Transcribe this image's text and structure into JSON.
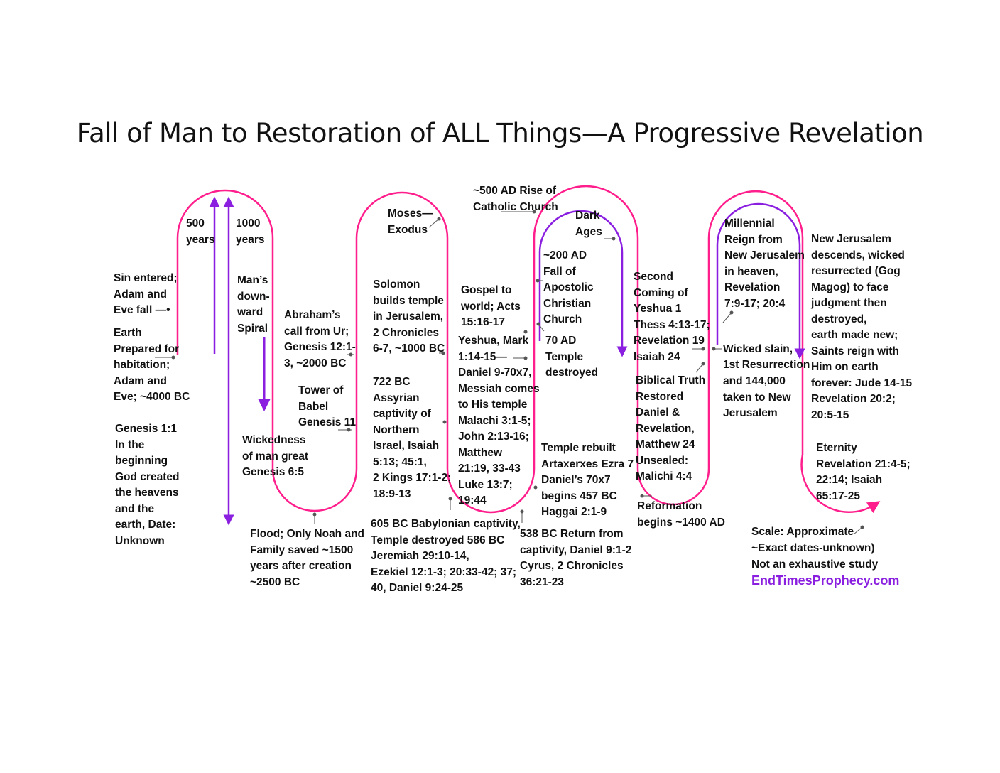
{
  "title": "Fall of Man to Restoration of ALL Things—A Progressive Revelation",
  "colors": {
    "path": "#ff1e8c",
    "highlight": "#8a1fe0",
    "pointer": "#555555",
    "site_link": "#8a1fe0"
  },
  "labels": {
    "years_500": "500\nyears",
    "years_1000": "1000\nyears",
    "sin_entered": "Sin entered;\nAdam and\nEve fall —•",
    "earth_prepared": "Earth\nPrepared for\nhabitation;\nAdam and\nEve; ~4000 BC",
    "genesis_1_1": "Genesis 1:1\nIn the\nbeginning\nGod created\nthe heavens\nand the\nearth, Date:\nUnknown",
    "downward_spiral": "Man’s\ndown-\nward\nSpiral",
    "wickedness": "Wickedness\nof man great\nGenesis 6:5",
    "flood": "Flood; Only Noah and\nFamily saved ~1500\nyears after creation\n~2500 BC",
    "abraham": "Abraham’s\ncall from Ur;\nGenesis 12:1-\n3, ~2000 BC",
    "babel": "Tower of\nBabel\nGenesis 11",
    "moses": "Moses—\nExodus",
    "solomon": "Solomon\nbuilds temple\nin Jerusalem,\n2 Chronicles\n6-7, ~1000 BC",
    "assyrian": "722 BC\nAssyrian\ncaptivity of\nNorthern\nIsrael, Isaiah\n5:13; 45:1,\n2 Kings 17:1-2;\n18:9-13",
    "babylonian": "605 BC Babylonian captivity,\nTemple destroyed 586 BC\nJeremiah 29:10-14,\nEzekiel 12:1-3; 20:33-42; 37;\n40, Daniel 9:24-25",
    "gospel": "Gospel to\nworld; Acts\n15:16-17",
    "yeshua_messiah": "Yeshua, Mark\n1:14-15—\nDaniel 9-70x7,\nMessiah comes\nto His temple\nMalachi 3:1-5;\nJohn 2:13-16;\nMatthew\n21:19, 33-43\nLuke 13:7;\n19:44",
    "catholic": "~500 AD Rise of\nCatholic Church",
    "dark_ages": "Dark\nAges",
    "apostolic": "~200 AD\nFall of\nApostolic\nChristian\nChurch",
    "temple_destroyed": "70 AD\nTemple\ndestroyed",
    "temple_rebuilt": "Temple rebuilt\nArtaxerxes Ezra 7\nDaniel’s 70x7\nbegins 457 BC\nHaggai 2:1-9",
    "return": "538 BC Return from\ncaptivity, Daniel 9:1-2\nCyrus, 2 Chronicles\n36:21-23",
    "second_coming": "Second\nComing of\nYeshua 1\nThess 4:13-17;\nRevelation 19\nIsaiah 24",
    "biblical_truth": "Biblical Truth\nRestored\nDaniel &\nRevelation,\nMatthew 24\nUnsealed:\nMalichi 4:4",
    "reformation": "Reformation\nbegins ~1400 AD",
    "millennial": "Millennial\nReign from\nNew Jerusalem\nin heaven,\nRevelation\n7:9-17; 20:4",
    "wicked_slain_a": "Wicked slain,",
    "wicked_slain_b": "1st Resurrection",
    "wicked_slain_c": "and 144,000\ntaken to New\nJerusalem",
    "new_jerusalem": "New Jerusalem\ndescends, wicked\nresurrected (Gog\nMagog) to face\njudgment then\ndestroyed,\nearth made new;\nSaints reign with\nHim on earth\nforever: Jude 14-15\nRevelation 20:2;\n20:5-15",
    "eternity": "Eternity\nRevelation 21:4-5;\n22:14; Isaiah\n65:17-25",
    "scale": "Scale: Approximate",
    "exact_dates": "~Exact dates-unknown)\nNot an exhaustive study",
    "site": "EndTimesProphecy.com"
  }
}
